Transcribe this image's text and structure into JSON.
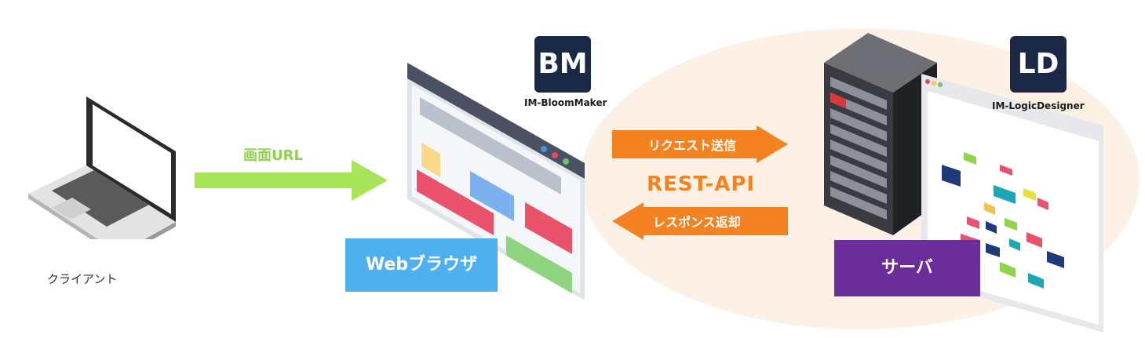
{
  "client": {
    "label": "クライアント"
  },
  "request_url": {
    "label": "画面URL"
  },
  "browser": {
    "label": "Webブラウザ"
  },
  "bloommaker": {
    "badge": "BM",
    "name": "IM-BloomMaker"
  },
  "request": {
    "label": "リクエスト送信"
  },
  "api": {
    "label": "REST-API"
  },
  "response": {
    "label": "レスポンス返却"
  },
  "server": {
    "label": "サーバ"
  },
  "logicdesigner": {
    "badge": "LD",
    "name": "IM-LogicDesigner"
  },
  "colors": {
    "green_arrow": "#a8e45a",
    "orange_arrow": "#f58220",
    "browser_label_bg": "#4fb0ef",
    "server_label_bg": "#6b2d9a",
    "badge_bg": "#1b2947",
    "server_area_bg": "#fdf1e6"
  }
}
